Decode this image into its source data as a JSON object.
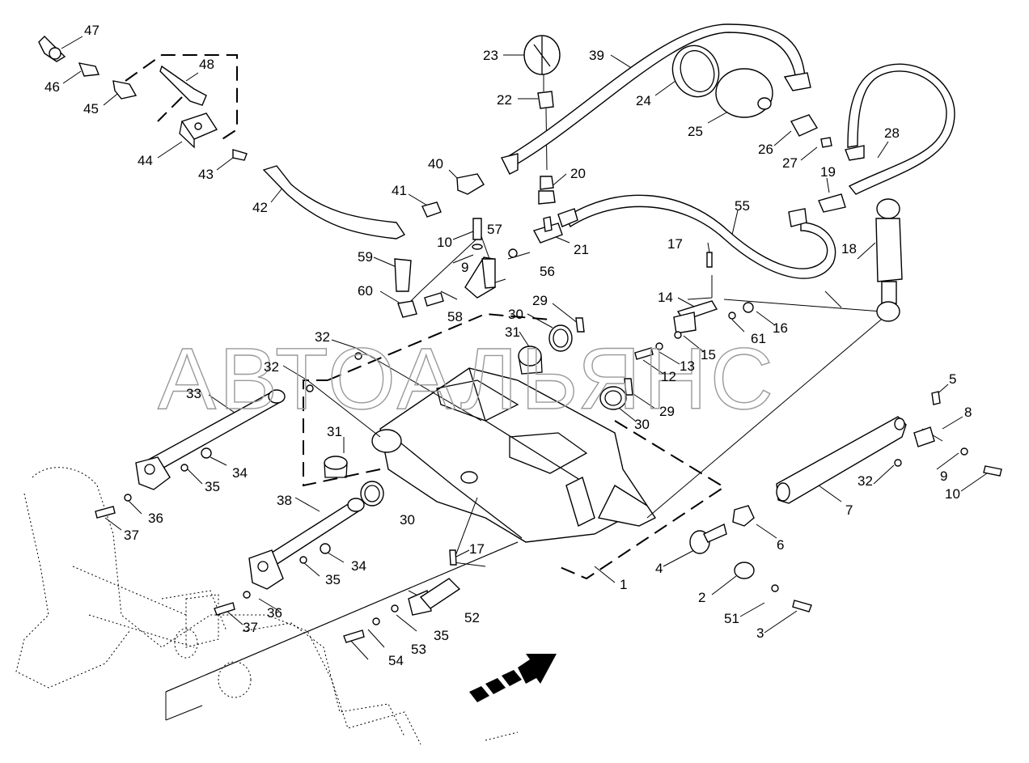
{
  "watermark": "АВТОАЛЬЯНС",
  "callouts": [
    "1",
    "2",
    "3",
    "4",
    "5",
    "6",
    "7",
    "8",
    "9",
    "10",
    "12",
    "13",
    "14",
    "15",
    "16",
    "17",
    "18",
    "19",
    "20",
    "21",
    "22",
    "23",
    "24",
    "25",
    "26",
    "27",
    "28",
    "29",
    "30",
    "31",
    "32",
    "33",
    "34",
    "35",
    "36",
    "37",
    "38",
    "39",
    "40",
    "41",
    "42",
    "43",
    "44",
    "45",
    "46",
    "47",
    "48",
    "51",
    "52",
    "53",
    "54",
    "55",
    "56",
    "57",
    "58",
    "59",
    "60",
    "61"
  ],
  "direction_arrow": "forward-direction-arrow"
}
